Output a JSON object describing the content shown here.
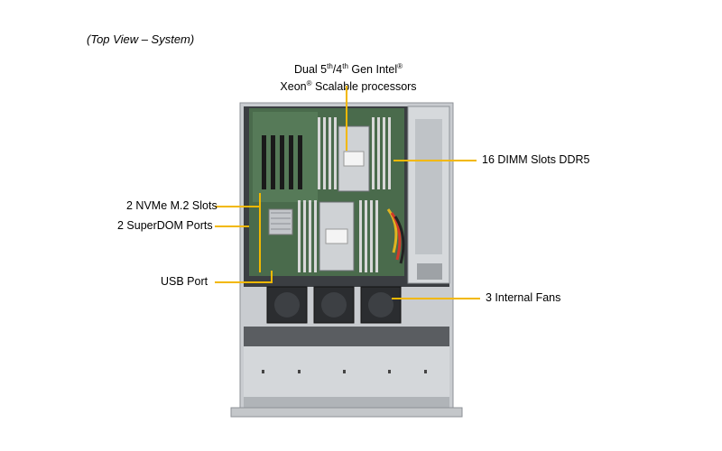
{
  "caption": "(Top View – System)",
  "processors": {
    "line1_a": "Dual 5",
    "line1_sup1": "th",
    "line1_b": "/4",
    "line1_sup2": "th",
    "line1_c": " Gen Intel",
    "line1_sup3": "®",
    "line2_a": "Xeon",
    "line2_sup": "®",
    "line2_b": " Scalable processors"
  },
  "labels": {
    "dimm": "16 DIMM Slots DDR5",
    "nvme": "2 NVMe M.2 Slots",
    "superdom": "2 SuperDOM Ports",
    "usb": "USB Port",
    "fans": "3 Internal  Fans"
  },
  "colors": {
    "callout": "#f2b800",
    "chassis": "#b8bcc0",
    "board": "#4a6b4c"
  }
}
